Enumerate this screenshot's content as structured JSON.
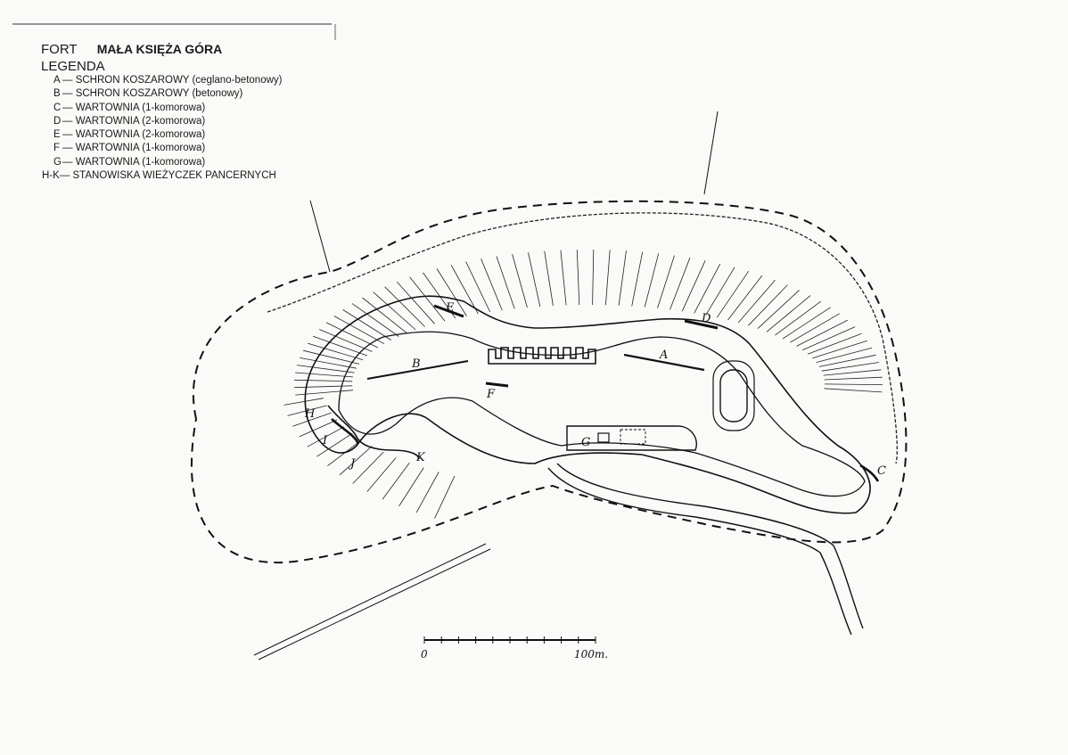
{
  "header": {
    "fort_label": "FORT",
    "fort_name": "MAŁA KSIĘŻA GÓRA"
  },
  "legend": {
    "heading": "LEGENDA",
    "items": [
      {
        "key": "A",
        "text": "— SCHRON KOSZAROWY (ceglano-betonowy)"
      },
      {
        "key": "B",
        "text": "— SCHRON KOSZAROWY (betonowy)"
      },
      {
        "key": "C",
        "text": "— WARTOWNIA (1-komorowa)"
      },
      {
        "key": "D",
        "text": "— WARTOWNIA (2-komorowa)"
      },
      {
        "key": "E",
        "text": "— WARTOWNIA (2-komorowa)"
      },
      {
        "key": "F",
        "text": "— WARTOWNIA (1-komorowa)"
      },
      {
        "key": "G",
        "text": "— WARTOWNIA (1-komorowa)"
      },
      {
        "key": "H-K",
        "text": "— STANOWISKA WIEŻYCZEK PANCERNYCH"
      }
    ]
  },
  "map_labels": {
    "A": "A",
    "B": "B",
    "C": "C",
    "D": "D",
    "E": "E",
    "F": "F",
    "G": "G",
    "H": "H",
    "I": "I",
    "J": "J",
    "K": "K"
  },
  "scale": {
    "start_label": "0",
    "end_label": "100m."
  },
  "colors": {
    "ink": "#111111",
    "paper": "#fafaf8"
  }
}
